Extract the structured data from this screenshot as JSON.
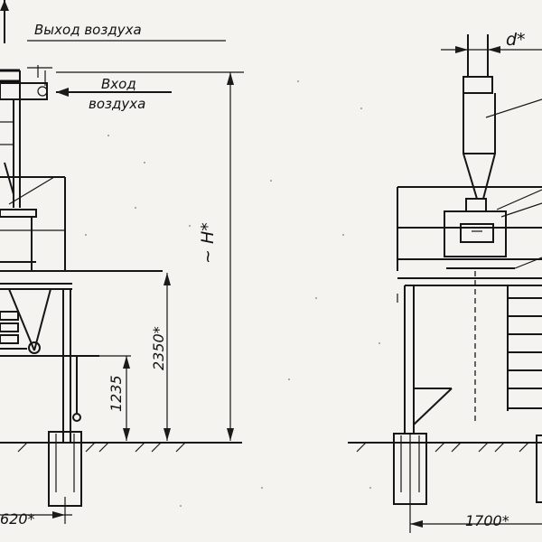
{
  "labels": {
    "air_outlet": "Выход воздуха",
    "air_inlet_line1": "Вход",
    "air_inlet_line2": "воздуха",
    "dim_height": "~ H*",
    "dim_2350": "2350*",
    "dim_1235": "1235",
    "dim_620": "620*",
    "dim_1700": "1700*",
    "dim_d": "d*"
  }
}
